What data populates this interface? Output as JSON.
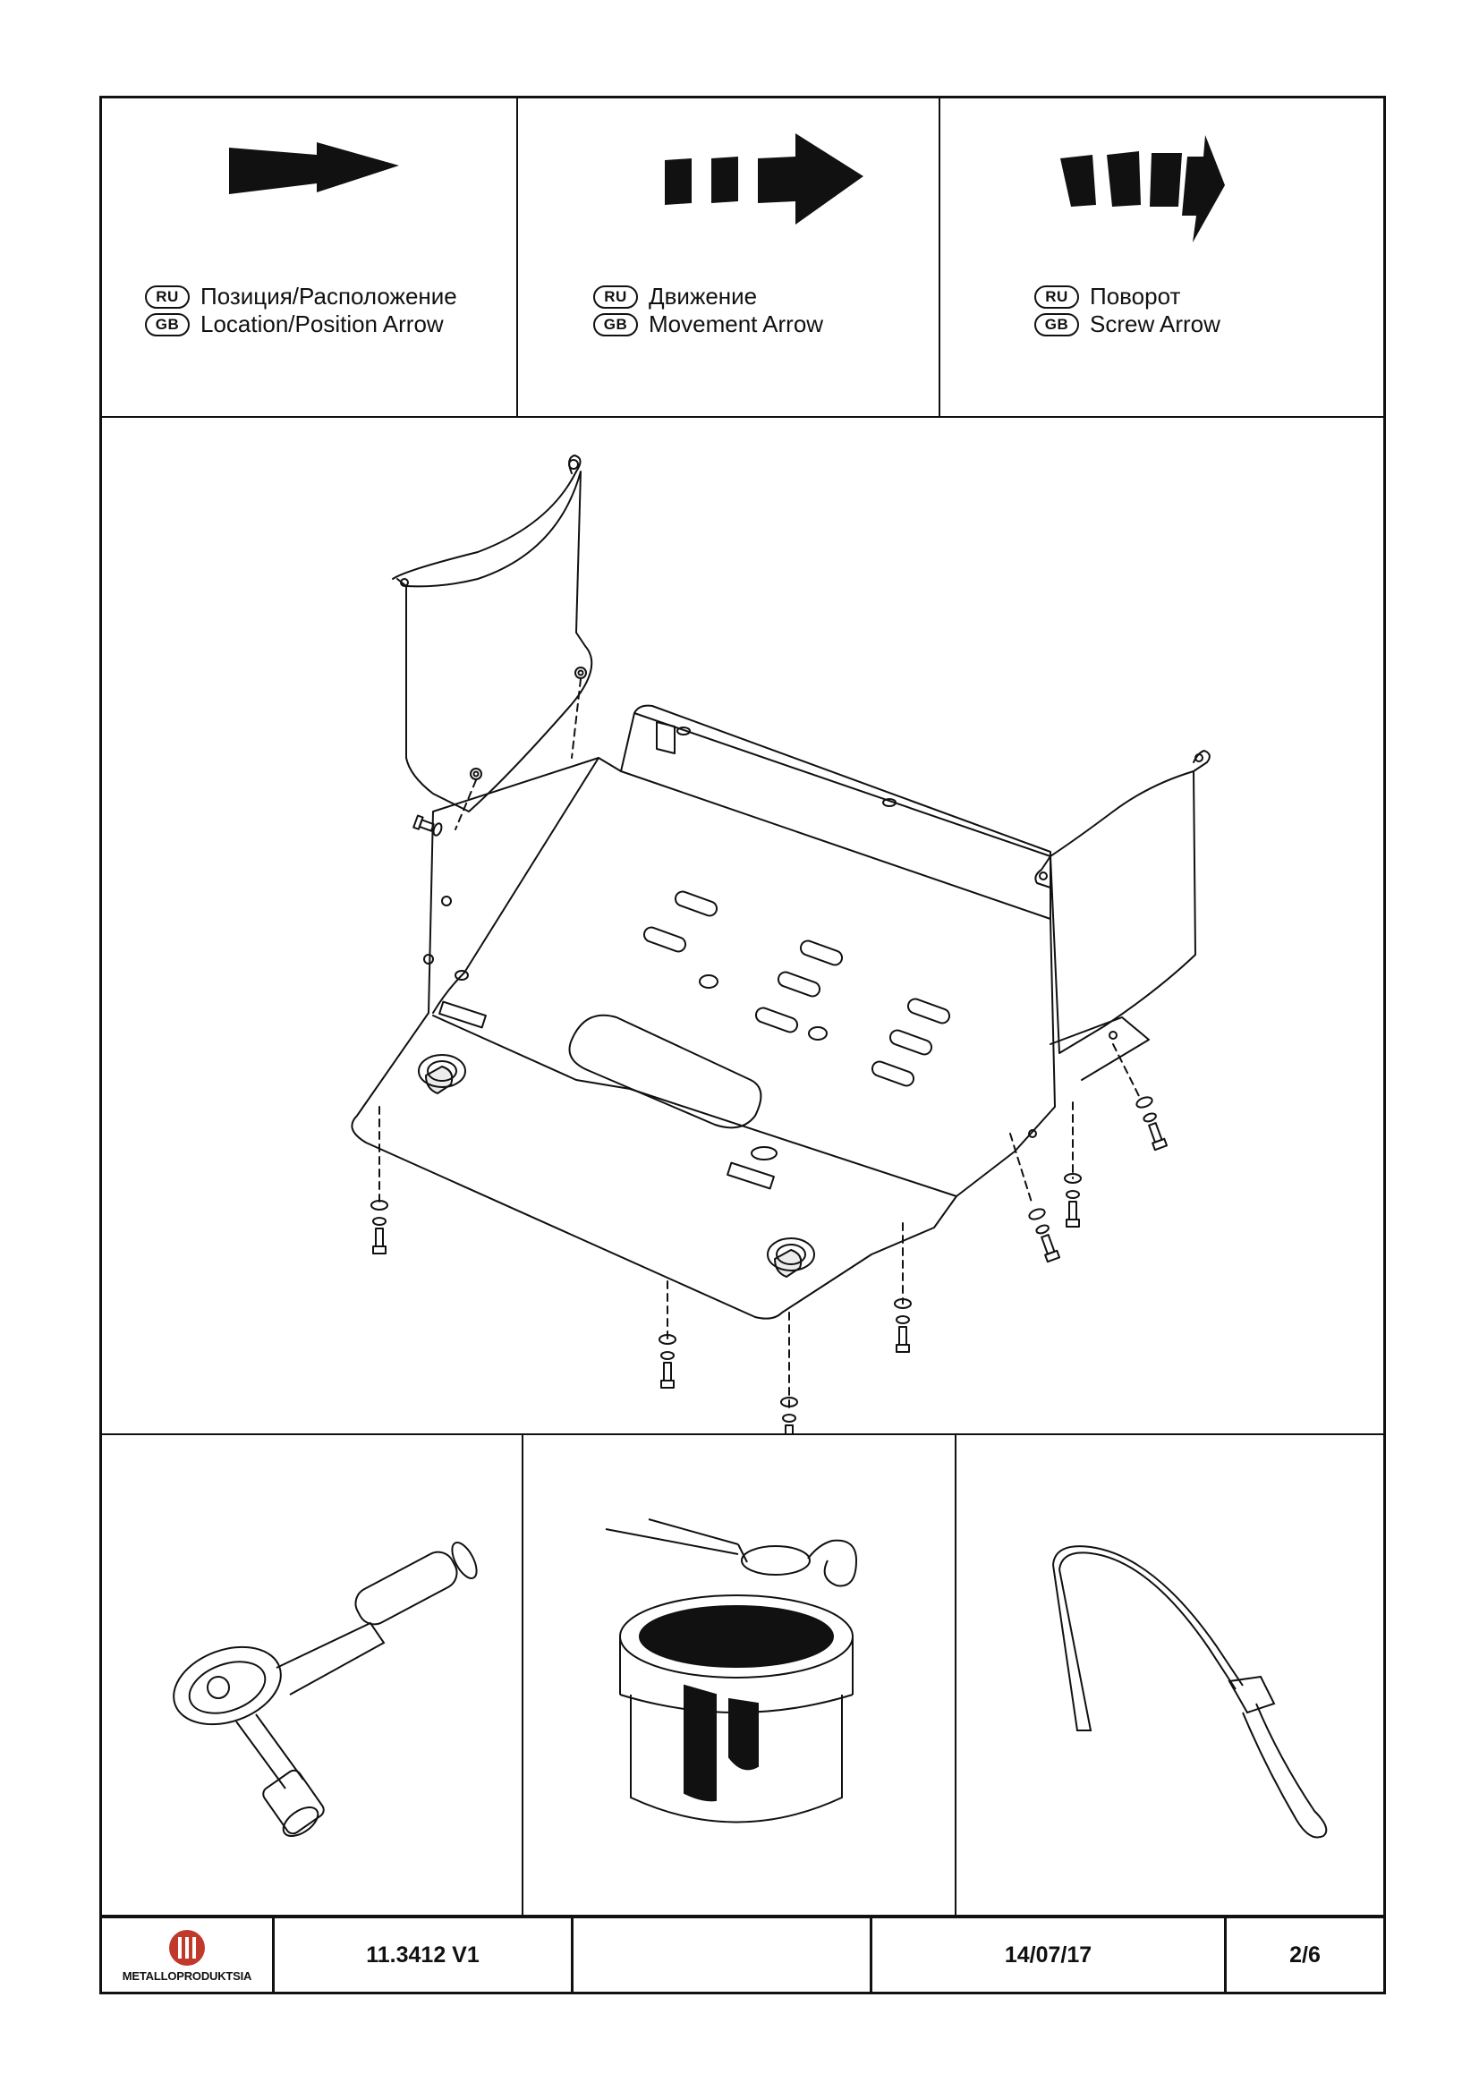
{
  "legend": [
    {
      "icon": "location-arrow-icon",
      "ru_badge": "RU",
      "gb_badge": "GB",
      "ru_text": "Позиция/Расположение",
      "gb_text": "Location/Position Arrow"
    },
    {
      "icon": "movement-arrow-icon",
      "ru_badge": "RU",
      "gb_badge": "GB",
      "ru_text": "Движение",
      "gb_text": "Movement Arrow"
    },
    {
      "icon": "screw-arrow-icon",
      "ru_badge": "RU",
      "gb_badge": "GB",
      "ru_text": "Поворот",
      "gb_text": "Screw Arrow"
    }
  ],
  "main_drawing": {
    "subject": "skid-plate-assembly-diagram"
  },
  "tools": [
    {
      "icon": "ratchet-wrench-icon"
    },
    {
      "icon": "paint-can-brush-icon"
    },
    {
      "icon": "wire-pull-tool-icon"
    }
  ],
  "title_block": {
    "logo_text": "METALLOPRODUKTSIA",
    "code": "11.3412 V1",
    "blank": "",
    "date": "14/07/17",
    "page": "2/6"
  }
}
